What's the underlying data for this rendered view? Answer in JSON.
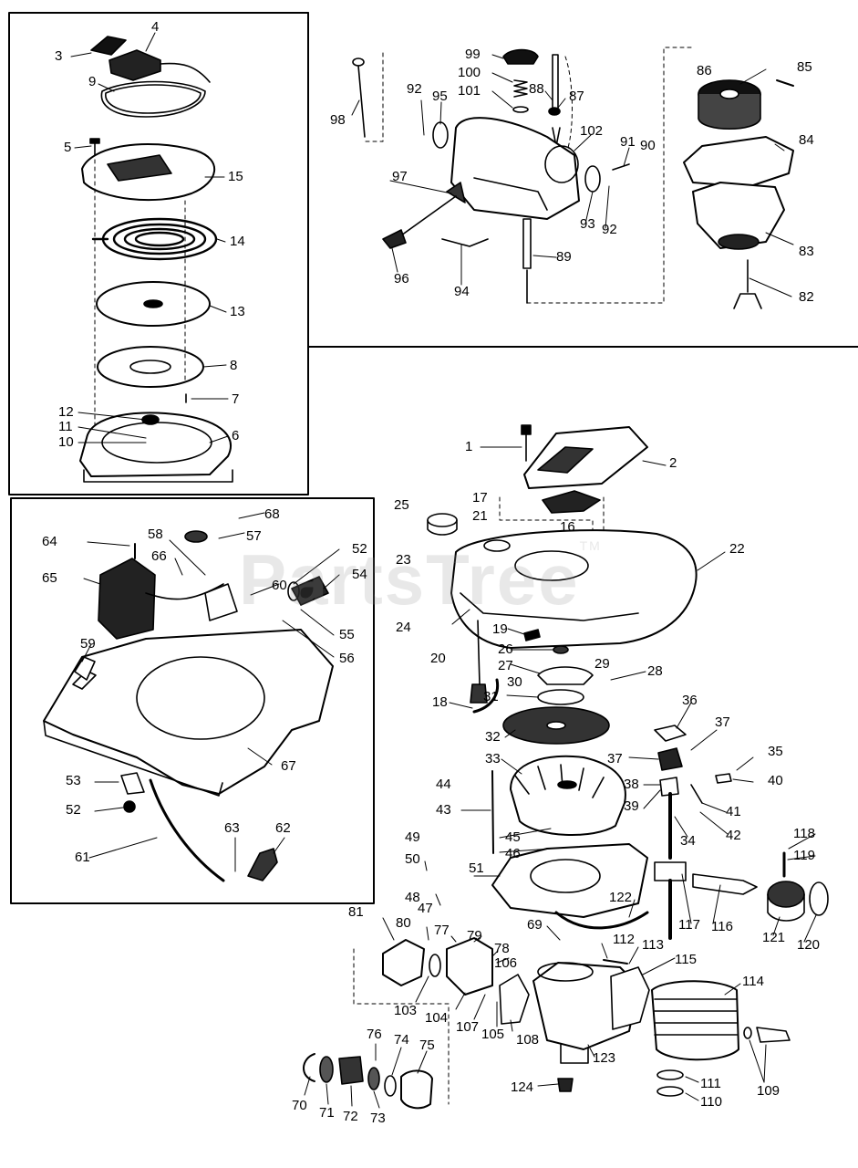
{
  "watermark": "PartsTree",
  "watermark_mark": "TM",
  "colors": {
    "ink": "#000000",
    "paper": "#ffffff",
    "watermark": "#969696"
  },
  "labels": {
    "l1": "1",
    "l2": "2",
    "l3": "3",
    "l4": "4",
    "l5": "5",
    "l6": "6",
    "l7": "7",
    "l8": "8",
    "l9": "9",
    "l10": "10",
    "l11": "11",
    "l12": "12",
    "l13": "13",
    "l14": "14",
    "l15": "15",
    "l16": "16",
    "l17": "17",
    "l18": "18",
    "l19": "19",
    "l20": "20",
    "l21": "21",
    "l22": "22",
    "l23": "23",
    "l24": "24",
    "l25": "25",
    "l26": "26",
    "l27": "27",
    "l28": "28",
    "l29": "29",
    "l30": "30",
    "l31": "31",
    "l32": "32",
    "l33": "33",
    "l34": "34",
    "l35": "35",
    "l36": "36",
    "l37a": "37",
    "l37b": "37",
    "l38": "38",
    "l39": "39",
    "l40": "40",
    "l41": "41",
    "l42": "42",
    "l43": "43",
    "l44": "44",
    "l45": "45",
    "l46": "46",
    "l47": "47",
    "l48": "48",
    "l49": "49",
    "l50": "50",
    "l51": "51",
    "l52a": "52",
    "l52b": "52",
    "l53": "53",
    "l54": "54",
    "l55": "55",
    "l56": "56",
    "l57": "57",
    "l58": "58",
    "l59": "59",
    "l60": "60",
    "l61": "61",
    "l62": "62",
    "l63": "63",
    "l64": "64",
    "l65": "65",
    "l66": "66",
    "l67": "67",
    "l68": "68",
    "l69": "69",
    "l70": "70",
    "l71": "71",
    "l72": "72",
    "l73": "73",
    "l74": "74",
    "l75": "75",
    "l76": "76",
    "l77": "77",
    "l78": "78",
    "l79": "79",
    "l80": "80",
    "l81": "81",
    "l82": "82",
    "l83": "83",
    "l84": "84",
    "l85": "85",
    "l86": "86",
    "l87": "87",
    "l88": "88",
    "l89": "89",
    "l90": "90",
    "l91": "91",
    "l92a": "92",
    "l92b": "92",
    "l93": "93",
    "l94": "94",
    "l95": "95",
    "l96": "96",
    "l97": "97",
    "l98": "98",
    "l99": "99",
    "l100": "100",
    "l101": "101",
    "l102": "102",
    "l103": "103",
    "l104": "104",
    "l105": "105",
    "l106": "106",
    "l107": "107",
    "l108": "108",
    "l109": "109",
    "l110": "110",
    "l111": "111",
    "l112": "112",
    "l113": "113",
    "l114": "114",
    "l115": "115",
    "l116": "116",
    "l117": "117",
    "l118": "118",
    "l119": "119",
    "l120": "120",
    "l121": "121",
    "l122": "122",
    "l123": "123",
    "l124": "124"
  }
}
